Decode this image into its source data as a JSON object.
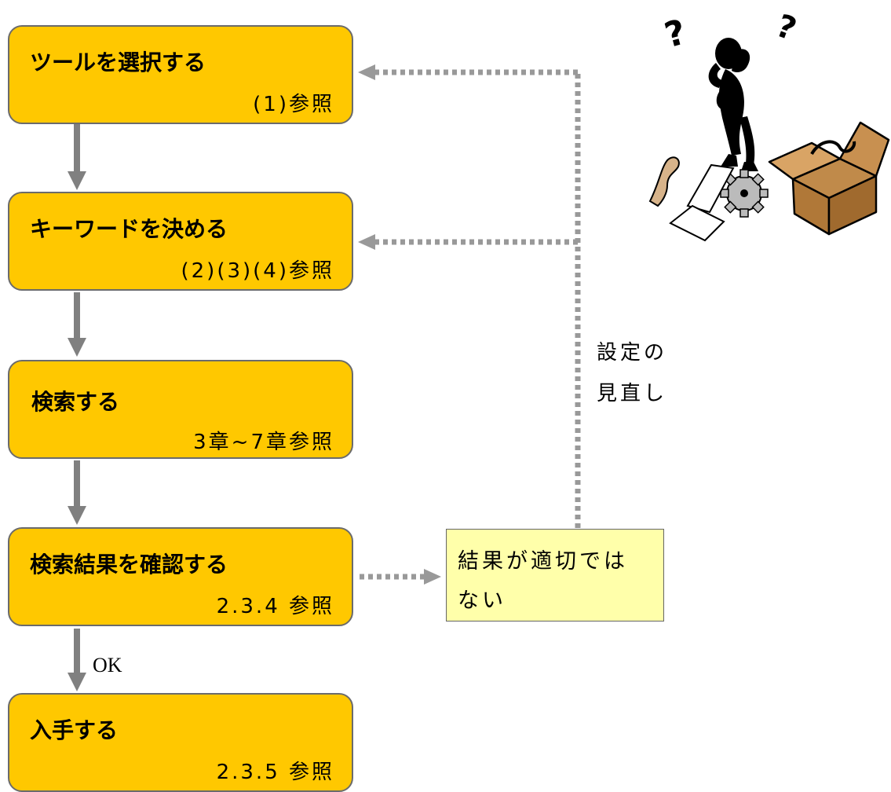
{
  "steps": [
    {
      "title": "ツールを選択する",
      "ref": "(1)参照"
    },
    {
      "title": "キーワードを決める",
      "ref": "(2)(3)(4)参照"
    },
    {
      "title": "検索する",
      "ref": "3章~7章参照"
    },
    {
      "title": "検索結果を確認する",
      "ref": "2.3.4 参照"
    },
    {
      "title": "入手する",
      "ref": "2.3.5 参照"
    }
  ],
  "branch": {
    "ok_label": "OK",
    "note_line1": "結果が適切では",
    "note_line2": "ない"
  },
  "feedback": {
    "line1": "設定の",
    "line2": "見直し"
  },
  "colors": {
    "step_fill": "#FFC800",
    "note_fill": "#FFFFAA",
    "arrow": "#808080",
    "dotted": "#999999"
  },
  "illustration": "confused-person-with-box-icon"
}
